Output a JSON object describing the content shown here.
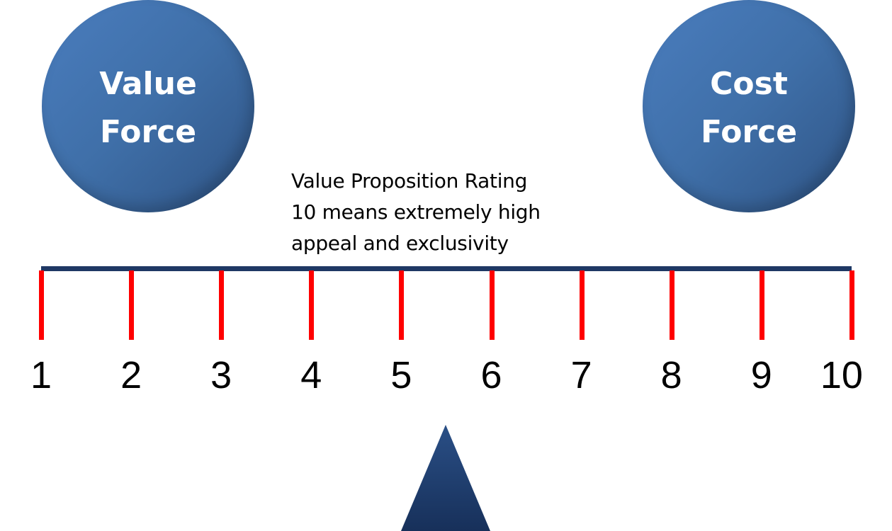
{
  "value_force": {
    "line1": "Value",
    "line2": "Force"
  },
  "cost_force": {
    "line1": "Cost",
    "line2": "Force"
  },
  "caption": {
    "line1": "Value Proposition Rating",
    "line2": "10 means extremely high",
    "line3": "appeal and exclusivity"
  },
  "scale": {
    "labels": [
      "1",
      "2",
      "3",
      "4",
      "5",
      "6",
      "7",
      "8",
      "9",
      "10"
    ]
  },
  "colors": {
    "circle": "#3f6fa8",
    "beam": "#1f3864",
    "tick": "#ff0000",
    "fulcrum": "#1f3864"
  }
}
